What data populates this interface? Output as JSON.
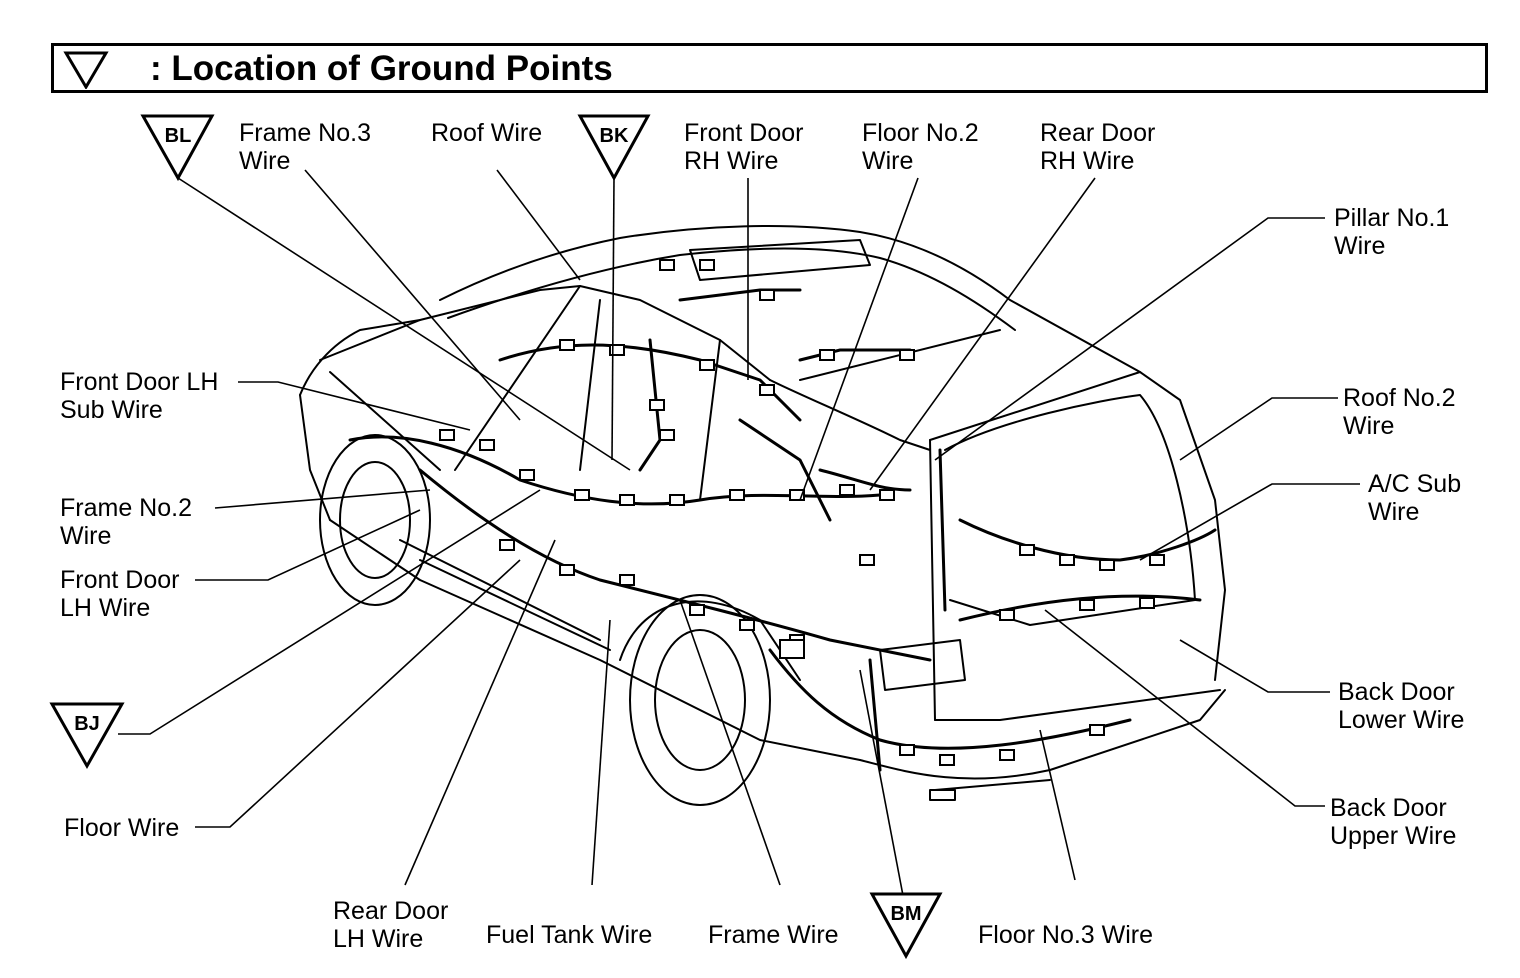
{
  "title": ": Location of Ground Points",
  "labels": {
    "frame_no3": [
      "Frame No.3",
      "Wire"
    ],
    "roof": [
      "Roof Wire"
    ],
    "front_door_rh": [
      "Front Door",
      "RH Wire"
    ],
    "floor_no2": [
      "Floor No.2",
      "Wire"
    ],
    "rear_door_rh": [
      "Rear Door",
      "RH Wire"
    ],
    "pillar_no1": [
      "Pillar No.1",
      "Wire"
    ],
    "roof_no2": [
      "Roof No.2",
      "Wire"
    ],
    "ac_sub": [
      "A/C Sub",
      "Wire"
    ],
    "back_door_lower": [
      "Back Door",
      "Lower Wire"
    ],
    "back_door_upper": [
      "Back Door",
      "Upper Wire"
    ],
    "floor_no3": [
      "Floor No.3 Wire"
    ],
    "frame": [
      "Frame Wire"
    ],
    "fuel_tank": [
      "Fuel Tank Wire"
    ],
    "rear_door_lh": [
      "Rear Door",
      "LH Wire"
    ],
    "floor": [
      "Floor Wire"
    ],
    "front_door_lh": [
      "Front Door",
      "LH Wire"
    ],
    "frame_no2": [
      "Frame No.2",
      "Wire"
    ],
    "front_door_lh_sub": [
      "Front Door LH",
      "Sub Wire"
    ]
  },
  "ground_points": {
    "bl": "BL",
    "bk": "BK",
    "bj": "BJ",
    "bm": "BM"
  },
  "colors": {
    "ink": "#000000",
    "paper": "#ffffff"
  }
}
